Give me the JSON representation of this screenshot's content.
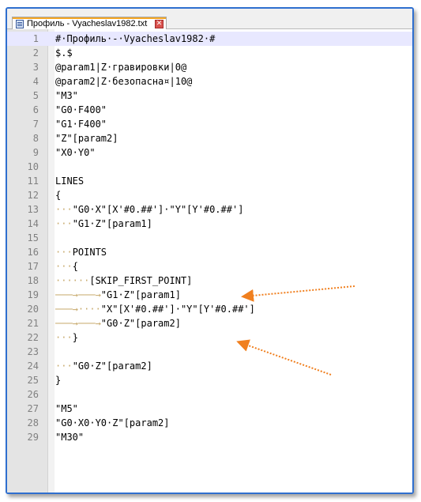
{
  "tab": {
    "title": "Профиль - Vyacheslav1982.txt",
    "close_glyph": "✕"
  },
  "editor": {
    "lines": [
      {
        "no": "1",
        "prefix": "",
        "code": "#·Профиль·-·Vyacheslav1982·#"
      },
      {
        "no": "2",
        "prefix": "",
        "code": "$.$"
      },
      {
        "no": "3",
        "prefix": "",
        "code": "@param1|Z·гравировки|0@"
      },
      {
        "no": "4",
        "prefix": "",
        "code": "@param2|Z·безопасна¤|10@"
      },
      {
        "no": "5",
        "prefix": "",
        "code": "\"M3\""
      },
      {
        "no": "6",
        "prefix": "",
        "code": "\"G0·F400\""
      },
      {
        "no": "7",
        "prefix": "",
        "code": "\"G1·F400\""
      },
      {
        "no": "8",
        "prefix": "",
        "code": "\"Z\"[param2]"
      },
      {
        "no": "9",
        "prefix": "",
        "code": "\"X0·Y0\""
      },
      {
        "no": "10",
        "prefix": "",
        "code": ""
      },
      {
        "no": "11",
        "prefix": "",
        "code": "LINES"
      },
      {
        "no": "12",
        "prefix": "",
        "code": "{"
      },
      {
        "no": "13",
        "prefix": "···",
        "code": "\"G0·X\"[X'#0.##']·\"Y\"[Y'#0.##']"
      },
      {
        "no": "14",
        "prefix": "···",
        "code": "\"G1·Z\"[param1]"
      },
      {
        "no": "15",
        "prefix": "",
        "code": ""
      },
      {
        "no": "16",
        "prefix": "···",
        "code": "POINTS"
      },
      {
        "no": "17",
        "prefix": "···",
        "code": "{"
      },
      {
        "no": "18",
        "prefix": "······",
        "code": "[SKIP_FIRST_POINT]"
      },
      {
        "no": "19",
        "prefix": "───→───→",
        "code": "\"G1·Z\"[param1]"
      },
      {
        "no": "20",
        "prefix": "───→····",
        "code": "\"X\"[X'#0.##']·\"Y\"[Y'#0.##']"
      },
      {
        "no": "21",
        "prefix": "───→───→",
        "code": "\"G0·Z\"[param2]"
      },
      {
        "no": "22",
        "prefix": "···",
        "code": "}"
      },
      {
        "no": "23",
        "prefix": "",
        "code": ""
      },
      {
        "no": "24",
        "prefix": "···",
        "code": "\"G0·Z\"[param2]"
      },
      {
        "no": "25",
        "prefix": "",
        "code": "}"
      },
      {
        "no": "26",
        "prefix": "",
        "code": ""
      },
      {
        "no": "27",
        "prefix": "",
        "code": "\"M5\""
      },
      {
        "no": "28",
        "prefix": "",
        "code": "\"G0·X0·Y0·Z\"[param2]"
      },
      {
        "no": "29",
        "prefix": "",
        "code": "\"M30\""
      }
    ],
    "current_line": 1
  },
  "colors": {
    "frame": "#2f6fcf",
    "annotation_arrow": "#f07f1e",
    "tab_accent": "#f5a623"
  }
}
